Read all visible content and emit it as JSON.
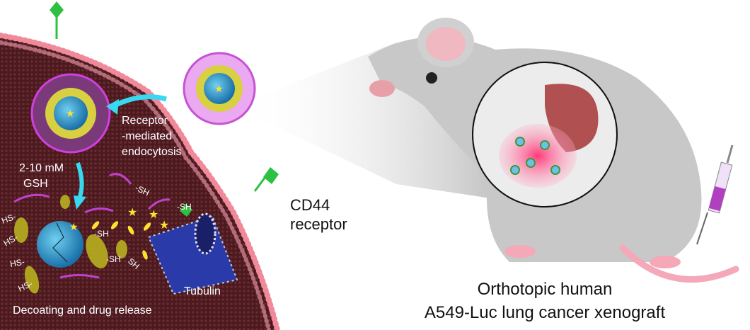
{
  "cell": {
    "endocytosis_label": [
      "Receptor",
      "-mediated",
      "endocytosis"
    ],
    "gsh_label": [
      "2-10 mM",
      "GSH"
    ],
    "thiol_labels": [
      "-SH",
      "-SH",
      "-SH",
      "-SH",
      "SH"
    ],
    "hs_labels": [
      "HS-",
      "HS-",
      "HS-",
      "HS-"
    ],
    "tubulin_label": "Tubulin",
    "release_label": "Decoating and drug release"
  },
  "receptor": {
    "label": [
      "CD44",
      "receptor"
    ]
  },
  "mouse": {
    "caption": [
      "Orthotopic human",
      "A549-Luc lung cancer xenograft"
    ]
  },
  "colors": {
    "cytoplasm": "#4a1a1e",
    "membrane": "#f08a9a",
    "nanoparticle_shell": "#c040d0",
    "core": "#3aa8d8",
    "arrow": "#38d8f0",
    "receptor": "#2ec040",
    "tumor_glow": "#ff3a7a"
  }
}
